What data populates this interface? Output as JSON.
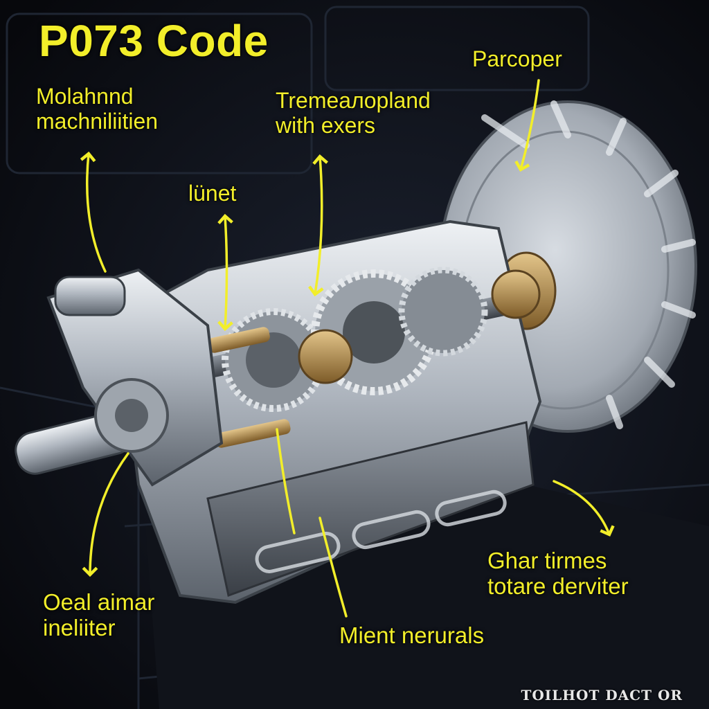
{
  "image": {
    "subject": "cutaway automatic transmission with gears, shafts and bell housing on a dark background",
    "accent_color": "#f2ee2a",
    "background_color": "#0b0d12",
    "metal_color": "#b9c0c8",
    "brass_color": "#b08a4a"
  },
  "title": "P073 Code",
  "labels": {
    "top_left": {
      "line1": "Molahnnd",
      "line2": "machniliitien"
    },
    "top_center": {
      "line1": "Tremeaлopland",
      "line2": "with exers"
    },
    "top_right": {
      "line1": "Parcoper"
    },
    "mid_left": {
      "line1": "lünet"
    },
    "bottom_left": {
      "line1": "Oeal aimar",
      "line2": "ineliiter"
    },
    "bottom_center": {
      "line1": "Mient nerurals"
    },
    "bottom_right": {
      "line1": "Ghar tirmes",
      "line2": "totare derviter"
    }
  },
  "watermark": "TOILHOT DACT OR"
}
